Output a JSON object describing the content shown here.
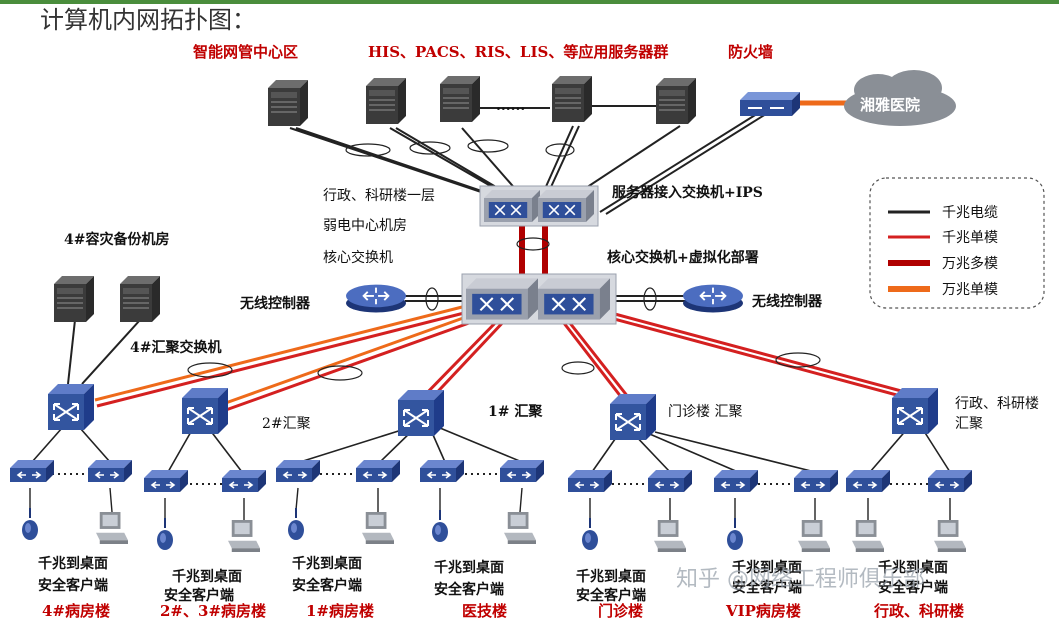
{
  "title": "计算机内网拓扑图：",
  "top_labels": {
    "management": "智能网管中心区",
    "servers": "HIS、PACS、RIS、LIS、等应用服务器群",
    "firewall": "防火墙",
    "cloud": "湘雅医院"
  },
  "core_labels": {
    "building_line1": "行政、科研楼一层",
    "building_line2": "弱电中心机房",
    "building_line3": "核心交换机",
    "server_switch": "服务器接入交换机+IPS",
    "core_switch": "核心交换机+虚拟化部署",
    "wireless_left": "无线控制器",
    "wireless_right": "无线控制器",
    "backup_room": "4#容灾备份机房"
  },
  "aggregation_labels": {
    "agg4": "4#汇聚交换机",
    "agg2": "2#汇聚",
    "agg1": "1# 汇聚",
    "agg_outpatient": "门诊楼  汇聚",
    "agg_admin_line1": "行政、科研楼",
    "agg_admin_line2": "汇聚"
  },
  "legend": [
    {
      "label": "千兆电缆",
      "color": "#222222"
    },
    {
      "label": "千兆单模",
      "color": "#d42020"
    },
    {
      "label": "万兆多模",
      "color": "#b00000"
    },
    {
      "label": "万兆单模",
      "color": "#ee6a1a"
    }
  ],
  "bottom": {
    "desk_line1": "千兆到桌面",
    "desk_line2": "安全客户端",
    "buildings": [
      "4#病房楼",
      "2#、3#病房楼",
      "1#病房楼",
      "医技楼",
      "门诊楼",
      "VIP病房楼",
      "行政、科研楼"
    ]
  },
  "dots": "......",
  "watermark": "知乎 @网络工程师俱乐部"
}
